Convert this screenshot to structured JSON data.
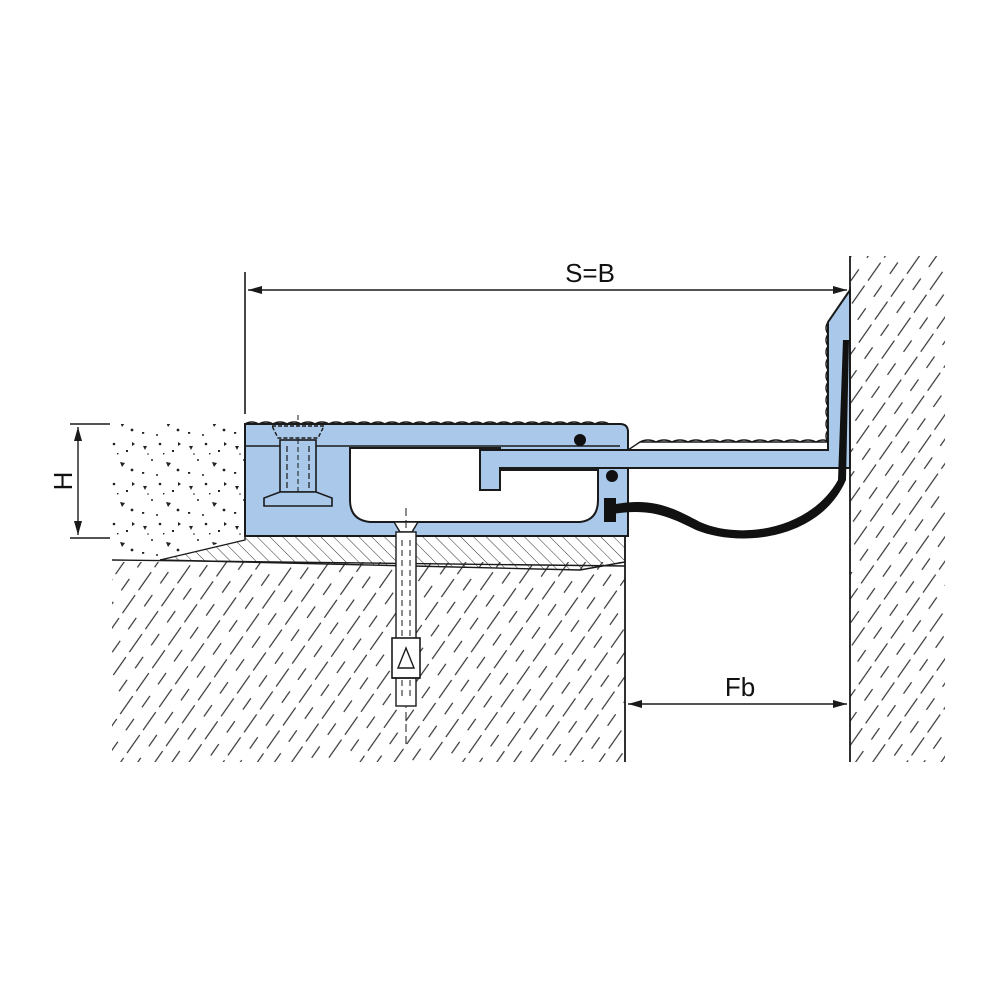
{
  "labels": {
    "width_dimension": "S=B",
    "height_dimension": "H",
    "gap_dimension": "Fb"
  },
  "colors": {
    "profile": "#a9c8ea",
    "line": "#1a1a1a",
    "seal": "#111111",
    "background": "#ffffff"
  }
}
